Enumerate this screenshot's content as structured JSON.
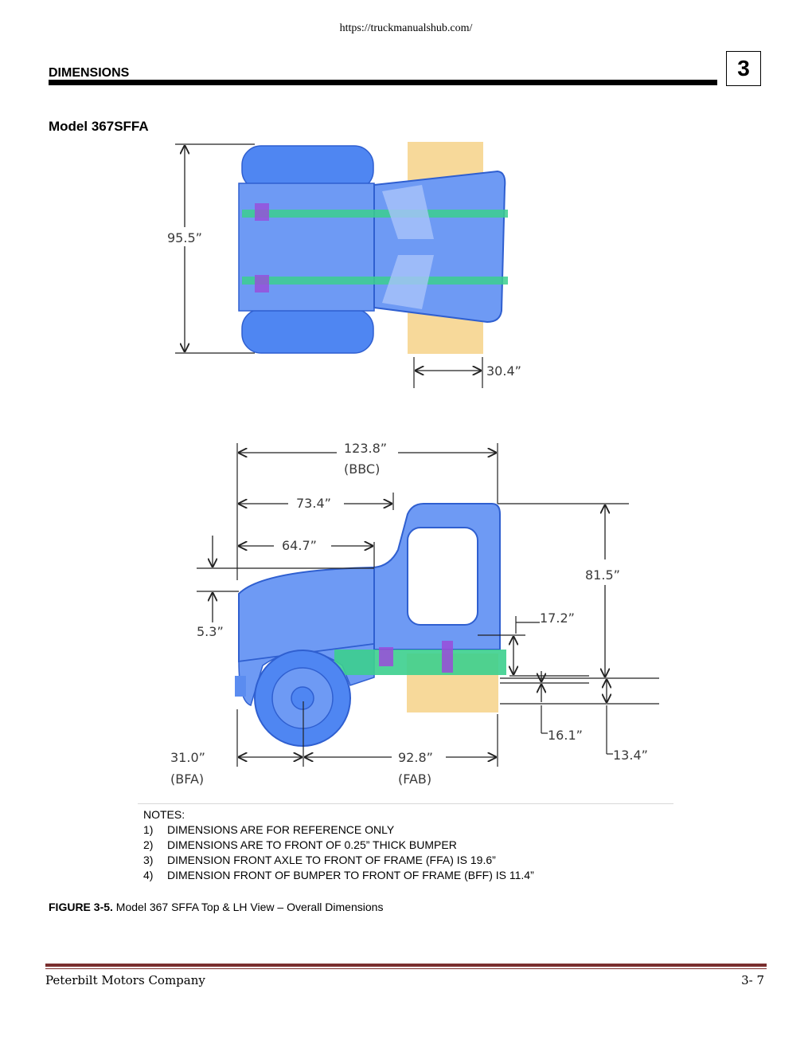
{
  "header": {
    "url": "https://truckmanualshub.com/",
    "section": "DIMENSIONS",
    "chapter": "3"
  },
  "model_title": "Model 367SFFA",
  "top_view": {
    "width_label": "95.5”",
    "rear_label": "30.4”"
  },
  "side_view": {
    "bbc_value": "123.8”",
    "bbc_tag": "(BBC)",
    "d_73": "73.4”",
    "d_64": "64.7”",
    "d_53": "5.3”",
    "d_815": "81.5”",
    "d_172": "17.2”",
    "d_161": "16.1”",
    "d_134": "13.4”",
    "bfa_value": "31.0”",
    "bfa_tag": "(BFA)",
    "fab_value": "92.8”",
    "fab_tag": "(FAB)"
  },
  "notes": {
    "heading": "NOTES:",
    "items": [
      {
        "num": "1)",
        "text": "DIMENSIONS ARE FOR REFERENCE ONLY"
      },
      {
        "num": "2)",
        "text": "DIMENSIONS ARE TO FRONT OF 0.25” THICK BUMPER"
      },
      {
        "num": "3)",
        "text": "DIMENSION FRONT AXLE TO FRONT OF FRAME (FFA) IS 19.6”"
      },
      {
        "num": "4)",
        "text": "DIMENSION FRONT OF BUMPER TO FRONT OF FRAME (BFF) IS 11.4”"
      }
    ]
  },
  "caption": {
    "label": "FIGURE 3-5.",
    "text": " Model 367 SFFA Top & LH View – Overall Dimensions"
  },
  "footer": {
    "company": "Peterbilt Motors Company",
    "page": "3- 7"
  },
  "colors": {
    "truck_blue": "#5b8cf0",
    "frame_green": "#3ccf8e",
    "fifth_wheel_tan": "#f7d99a",
    "rule": "#7a2e2e"
  }
}
